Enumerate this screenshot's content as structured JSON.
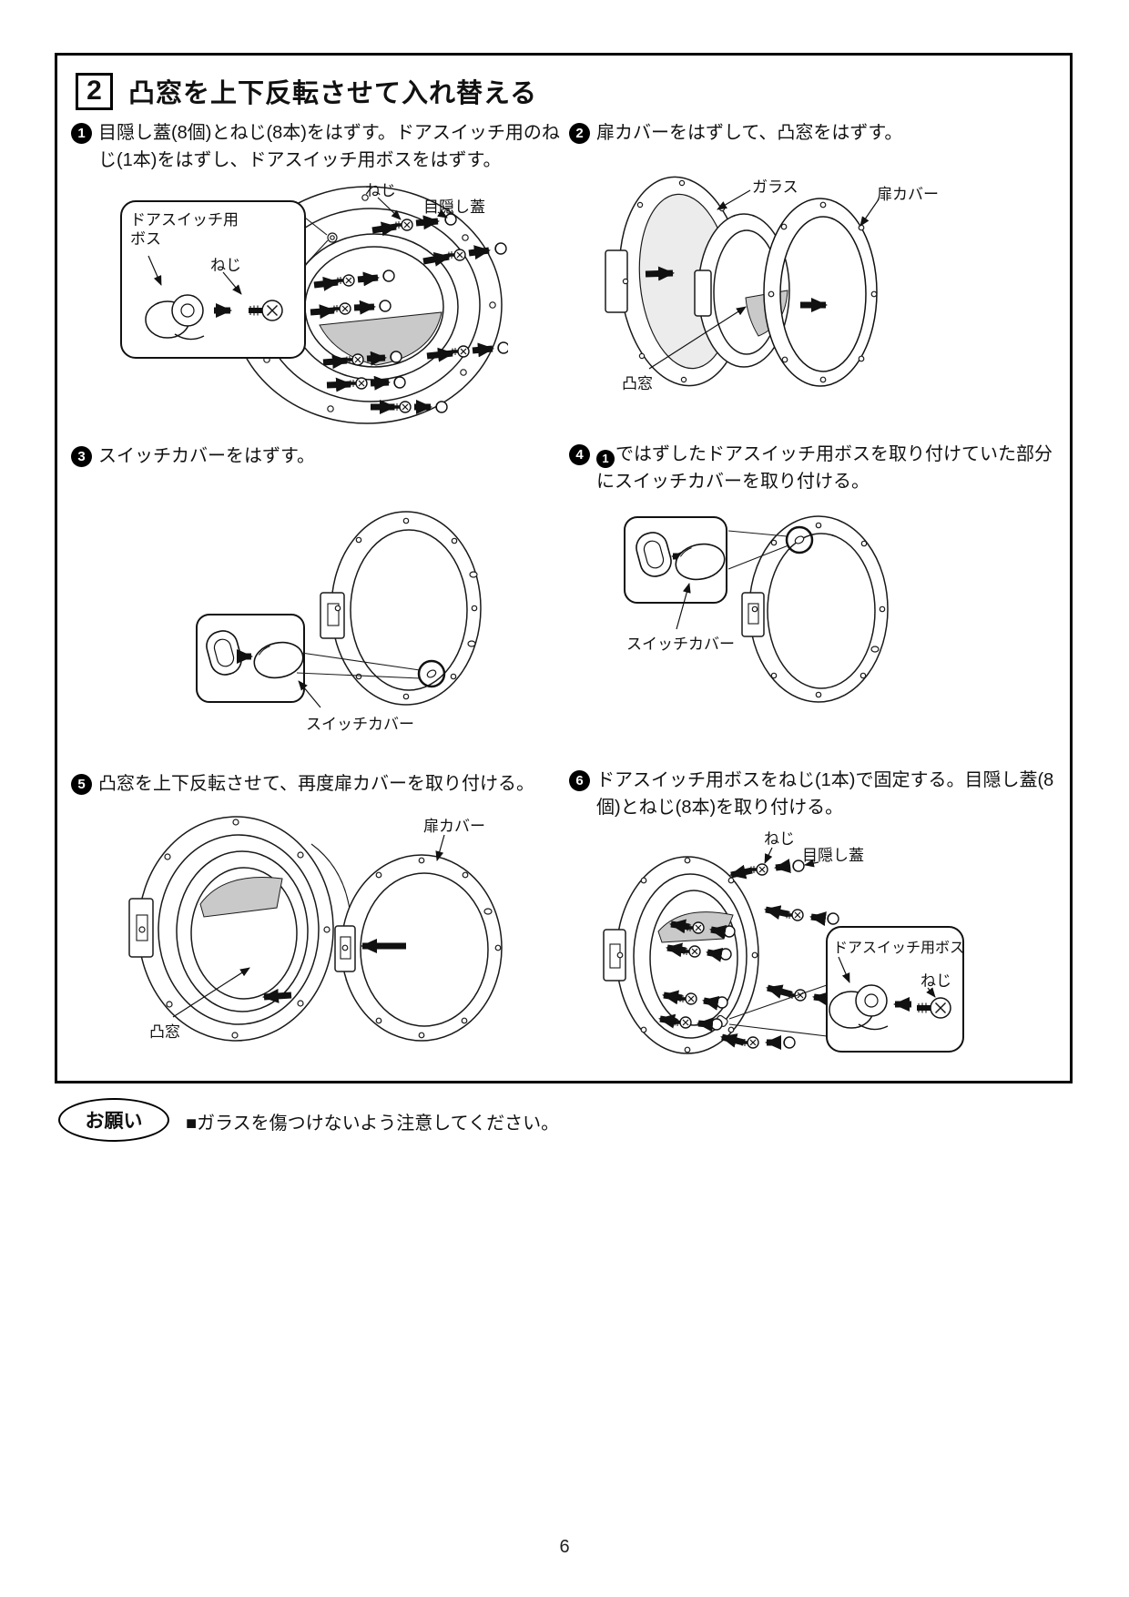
{
  "page_number": "6",
  "section": {
    "number": "2",
    "title": "凸窓を上下反転させて入れ替える"
  },
  "steps": [
    {
      "number": "1",
      "text": "目隠し蓋(8個)とねじ(8本)をはずす。ドアスイッチ用のねじ(1本)をはずし、ドアスイッチ用ボスをはずす。"
    },
    {
      "number": "2",
      "text": "扉カバーをはずして、凸窓をはずす。"
    },
    {
      "number": "3",
      "text": "スイッチカバーをはずす。"
    },
    {
      "number": "4",
      "ref_number": "1",
      "text": "ではずしたドアスイッチ用ボスを取り付けていた部分にスイッチカバーを取り付ける。"
    },
    {
      "number": "5",
      "text": "凸窓を上下反転させて、再度扉カバーを取り付ける。"
    },
    {
      "number": "6",
      "text": "ドアスイッチ用ボスをねじ(1本)で固定する。目隠し蓋(8個)とねじ(8本)を取り付ける。"
    }
  ],
  "diagram_labels": {
    "step1": {
      "boss": "ドアスイッチ用ボス",
      "screw_inset": "ねじ",
      "screw_top": "ねじ",
      "cap": "目隠し蓋"
    },
    "step2": {
      "glass": "ガラス",
      "door_cover": "扉カバー",
      "window": "凸窓"
    },
    "step3": {
      "switch_cover": "スイッチカバー"
    },
    "step4": {
      "switch_cover": "スイッチカバー"
    },
    "step5": {
      "door_cover": "扉カバー",
      "window": "凸窓"
    },
    "step6": {
      "screw_top": "ねじ",
      "cap": "目隠し蓋",
      "boss": "ドアスイッチ用ボス",
      "screw_inset": "ねじ"
    }
  },
  "note": {
    "badge": "お願い",
    "text": "■ガラスを傷つけないよう注意してください。"
  }
}
